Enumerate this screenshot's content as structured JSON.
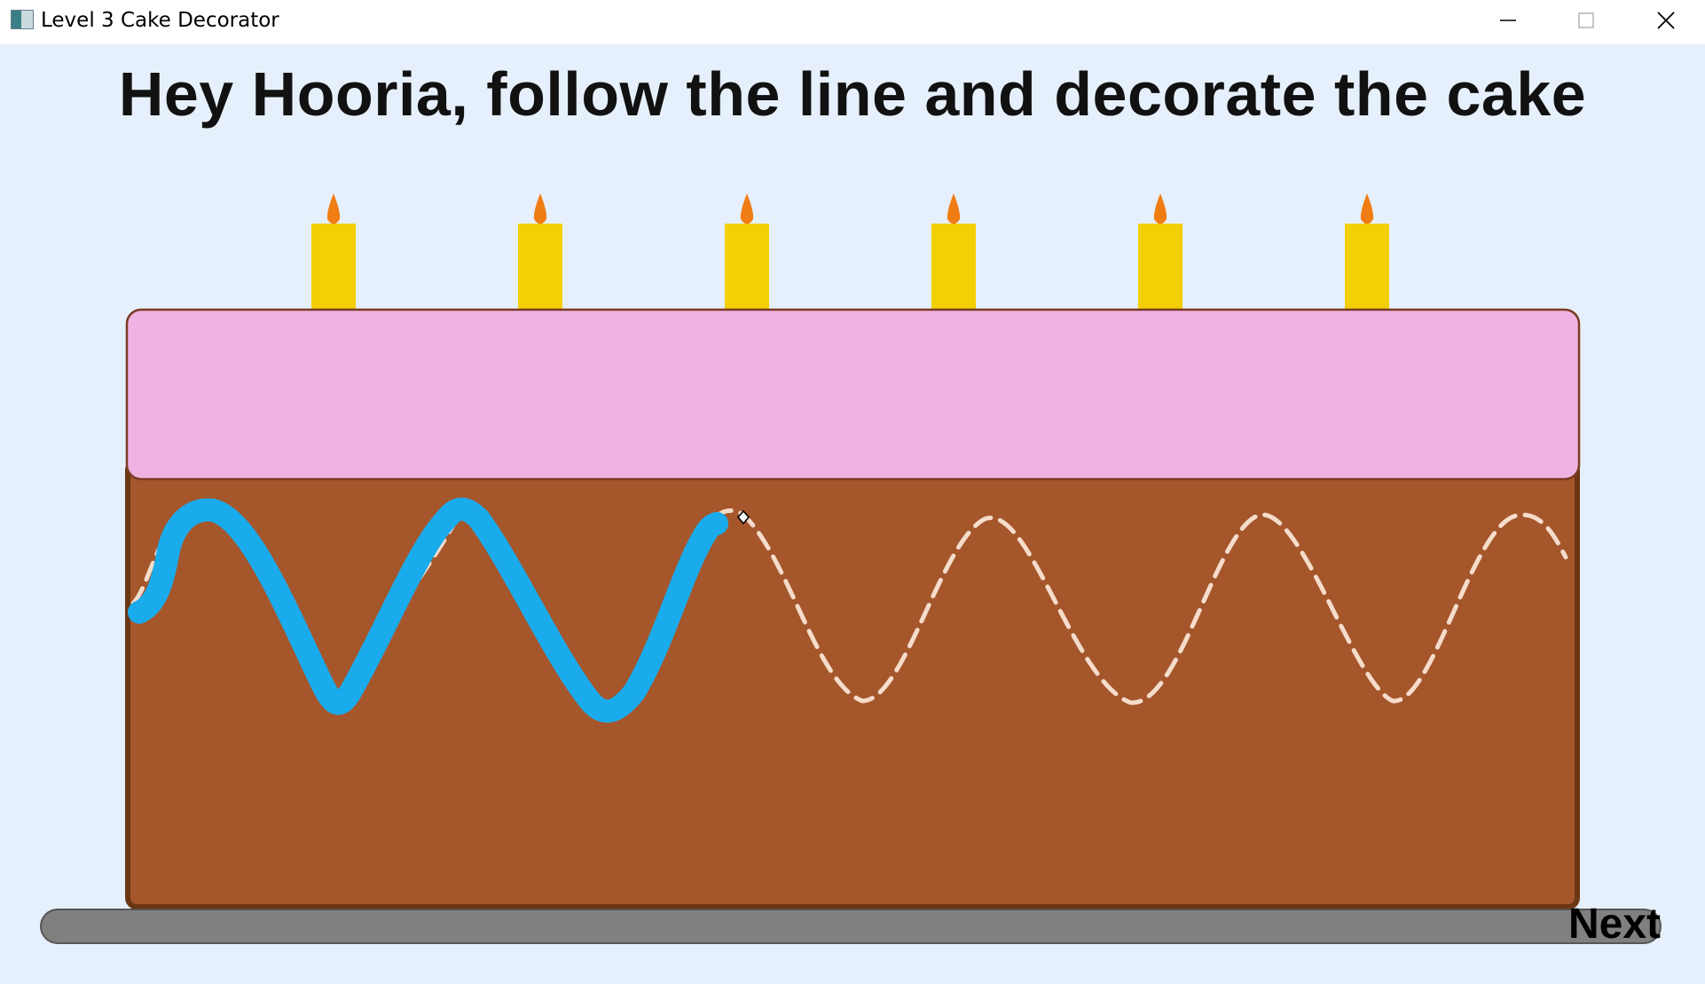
{
  "window": {
    "title": "Level 3 Cake Decorator",
    "controls": [
      "minimize-icon",
      "maximize-icon",
      "close-icon"
    ]
  },
  "heading": "Hey Hooria, follow the line and decorate the cake",
  "cake": {
    "candle_count": 6,
    "colors": {
      "background": "#e6f0fc",
      "frosting": "#efb3e3",
      "cake_body": "#a5562b",
      "cake_border": "#6b3613",
      "plate": "#808080",
      "candle": "#f3cf05",
      "flame": "#f07d14",
      "traced_line": "#1aabec",
      "guide_line": "#f5dccb"
    },
    "guide_path": {
      "style": "dashed",
      "completed_fraction": 0.43
    }
  },
  "buttons": {
    "next_label": "Next"
  }
}
